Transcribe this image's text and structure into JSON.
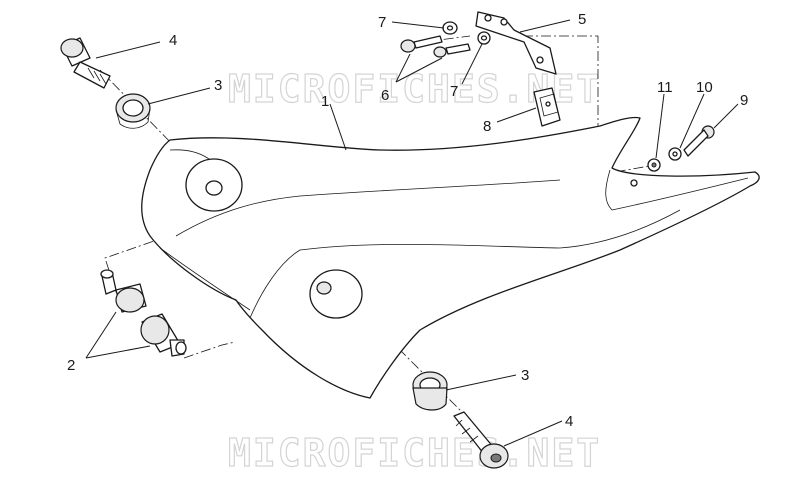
{
  "watermark": {
    "top_text": "MICROFICHES.NET",
    "bottom_text": "MICROFICHES.NET"
  },
  "callouts": {
    "c1": "1",
    "c2": "2",
    "c3_top": "3",
    "c3_bottom": "3",
    "c4_top": "4",
    "c4_bottom": "4",
    "c5": "5",
    "c6": "6",
    "c7_left": "7",
    "c7_right": "7",
    "c8": "8",
    "c9": "9",
    "c10": "10",
    "c11": "11"
  }
}
